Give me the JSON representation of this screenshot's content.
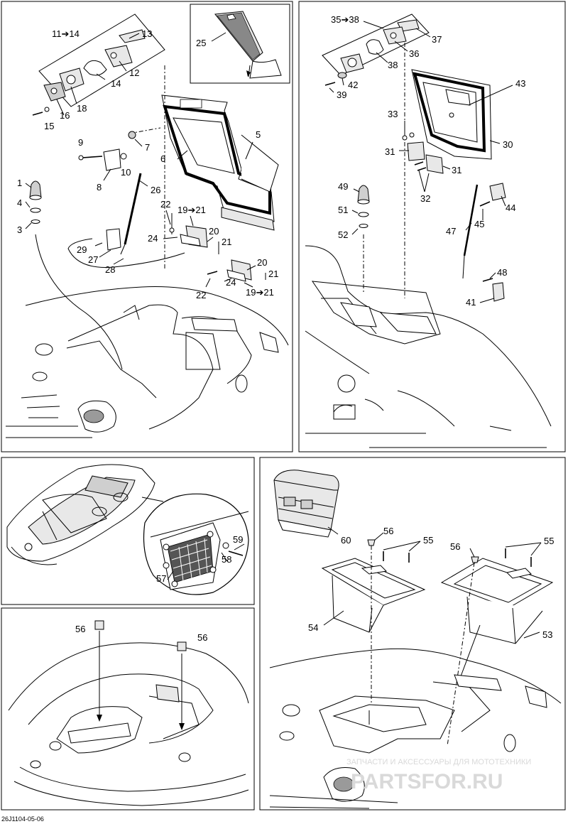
{
  "diagram_code": "26J1104-05-06",
  "watermark": {
    "line1": "ЗАПЧАСТИ И АКСЕССУАРЫ ДЛЯ МОТОТЕХНИКИ",
    "line2": "PARTSFOR.RU"
  },
  "panel_top_left": {
    "callouts": [
      "11➔14",
      "13",
      "12",
      "14",
      "18",
      "16",
      "15",
      "25",
      "5",
      "9",
      "7",
      "6",
      "8",
      "10",
      "26",
      "1",
      "4",
      "3",
      "22",
      "19➔21",
      "24",
      "20",
      "21",
      "29",
      "27",
      "28",
      "20",
      "21",
      "24",
      "22",
      "19➔21"
    ]
  },
  "panel_top_right": {
    "callouts": [
      "35➔38",
      "37",
      "36",
      "38",
      "42",
      "39",
      "43",
      "33",
      "30",
      "31",
      "31",
      "32",
      "49",
      "44",
      "51",
      "45",
      "52",
      "47",
      "48",
      "41"
    ]
  },
  "panel_mid_left": {
    "callouts": [
      "59",
      "58",
      "57"
    ]
  },
  "panel_bottom_left": {
    "callouts": [
      "56",
      "56"
    ]
  },
  "panel_bottom_right": {
    "callouts": [
      "60",
      "56",
      "55",
      "56",
      "55",
      "54",
      "53"
    ]
  }
}
